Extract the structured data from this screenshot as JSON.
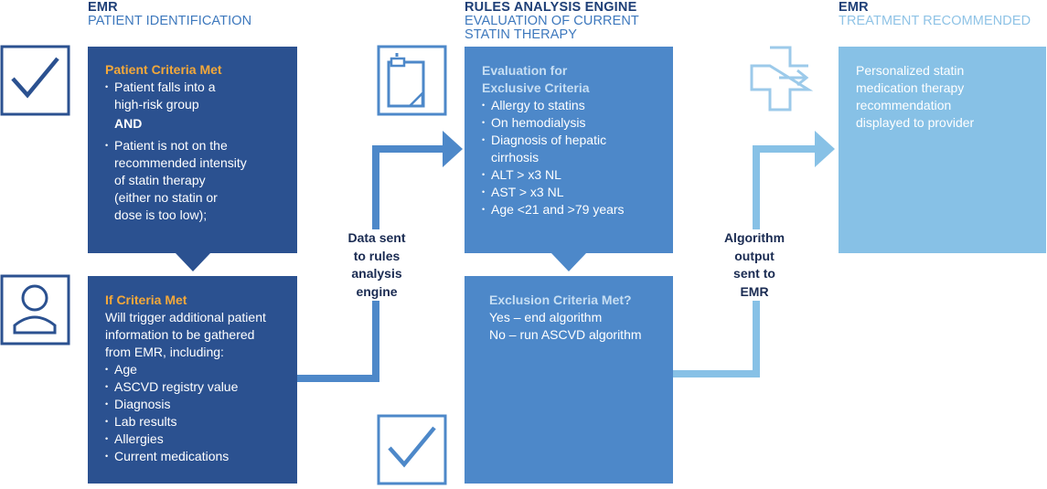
{
  "columns": [
    {
      "title": "EMR",
      "subtitle_lines": [
        "PATIENT IDENTIFICATION"
      ]
    },
    {
      "title": "RULES ANALYSIS ENGINE",
      "subtitle_lines": [
        "EVALUATION OF CURRENT",
        "STATIN THERAPY"
      ]
    },
    {
      "title": "EMR",
      "subtitle_lines": [
        "TREATMENT RECOMMENDED"
      ]
    }
  ],
  "box_criteria": {
    "heading": "Patient Criteria Met",
    "item1_lines": [
      "Patient falls into a",
      "high-risk group"
    ],
    "and_label": "AND",
    "item2_lines": [
      "Patient is not on the",
      "recommended  intensity",
      "of statin therapy",
      "(either no statin or",
      "dose is too low);"
    ]
  },
  "box_trigger": {
    "heading": "If Criteria Met",
    "text_lines": [
      "Will trigger additional patient",
      "information to be gathered",
      "from EMR, including:"
    ],
    "items": [
      "Age",
      "ASCVD registry value",
      "Diagnosis",
      "Lab results",
      "Allergies",
      "Current medications"
    ]
  },
  "box_evaluation": {
    "heading_lines": [
      "Evaluation for",
      "Exclusive Criteria"
    ],
    "items": [
      "Allergy to statins",
      "On hemodialysis",
      "Diagnosis of hepatic",
      "cirrhosis",
      "ALT > x3 NL",
      "AST > x3 NL",
      "Age <21 and >79 years"
    ]
  },
  "box_exclusion": {
    "heading": "Exclusion Criteria Met?",
    "lines": [
      "Yes – end algorithm",
      "No – run ASCVD algorithm"
    ]
  },
  "box_recommendation": {
    "lines": [
      "Personalized statin",
      "medication therapy",
      "recommendation",
      "displayed to provider"
    ]
  },
  "label_data_sent": [
    "Data sent",
    "to rules",
    "analysis",
    "engine"
  ],
  "label_algorithm": [
    "Algorithm",
    "output",
    "sent to",
    "EMR"
  ],
  "icons": [
    "checkbox-icon",
    "user-icon",
    "clipboard-icon",
    "checkbox-icon",
    "medical-cross-arrow-icon"
  ],
  "colors": {
    "dark_blue": "#2b5190",
    "mid_blue": "#4d88c9",
    "light_blue": "#87c1e6",
    "accent_orange": "#f3a83a"
  }
}
